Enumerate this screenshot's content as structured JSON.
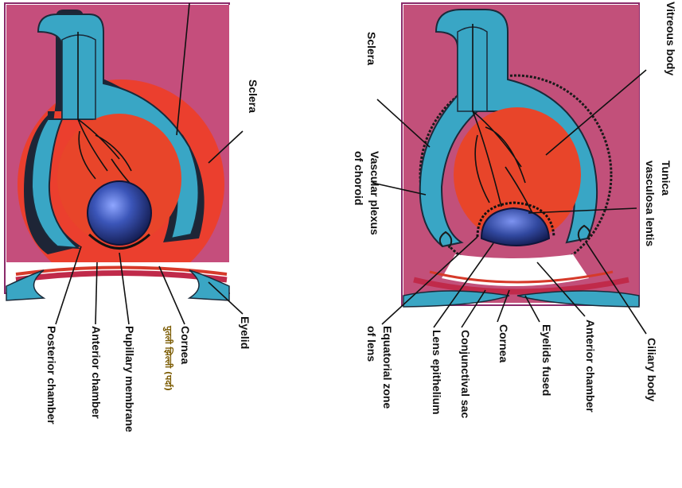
{
  "left_panel": {
    "labels": {
      "sclera": "Sclera",
      "eyelid": "Eyelid",
      "cornea": "Cornea",
      "pupillary_membrane": "Pupillary membrane",
      "anterior_chamber": "Anterior chamber",
      "posterior_chamber": "Posterior chamber"
    },
    "handwritten_note": "पुतली झिल्ली (पर्दा)"
  },
  "right_panel": {
    "labels": {
      "vitreous_body": "Vitreous body",
      "sclera": "Sclera",
      "tunica_line1": "Tunica",
      "tunica_line2": "vasculosa lentis",
      "vascular_plexus_line1": "Vascular plexus",
      "vascular_plexus_line2": "of choroid",
      "ciliary_body": "Ciliary body",
      "anterior_chamber": "Anterior chamber",
      "eyelids_fused": "Eyelids fused",
      "cornea": "Cornea",
      "conjunctival_sac": "Conjunctival sac",
      "lens_epithelium": "Lens epithelium",
      "equatorial_zone_line1": "Equatorial zone",
      "equatorial_zone_line2": "of lens"
    }
  },
  "colors": {
    "background_pink": "#c2507a",
    "lens_blue": "#2a3d8a",
    "retina_cyan": "#3aa6c4",
    "vitreous_red": "#e8452a",
    "border_dark": "#20253a"
  }
}
